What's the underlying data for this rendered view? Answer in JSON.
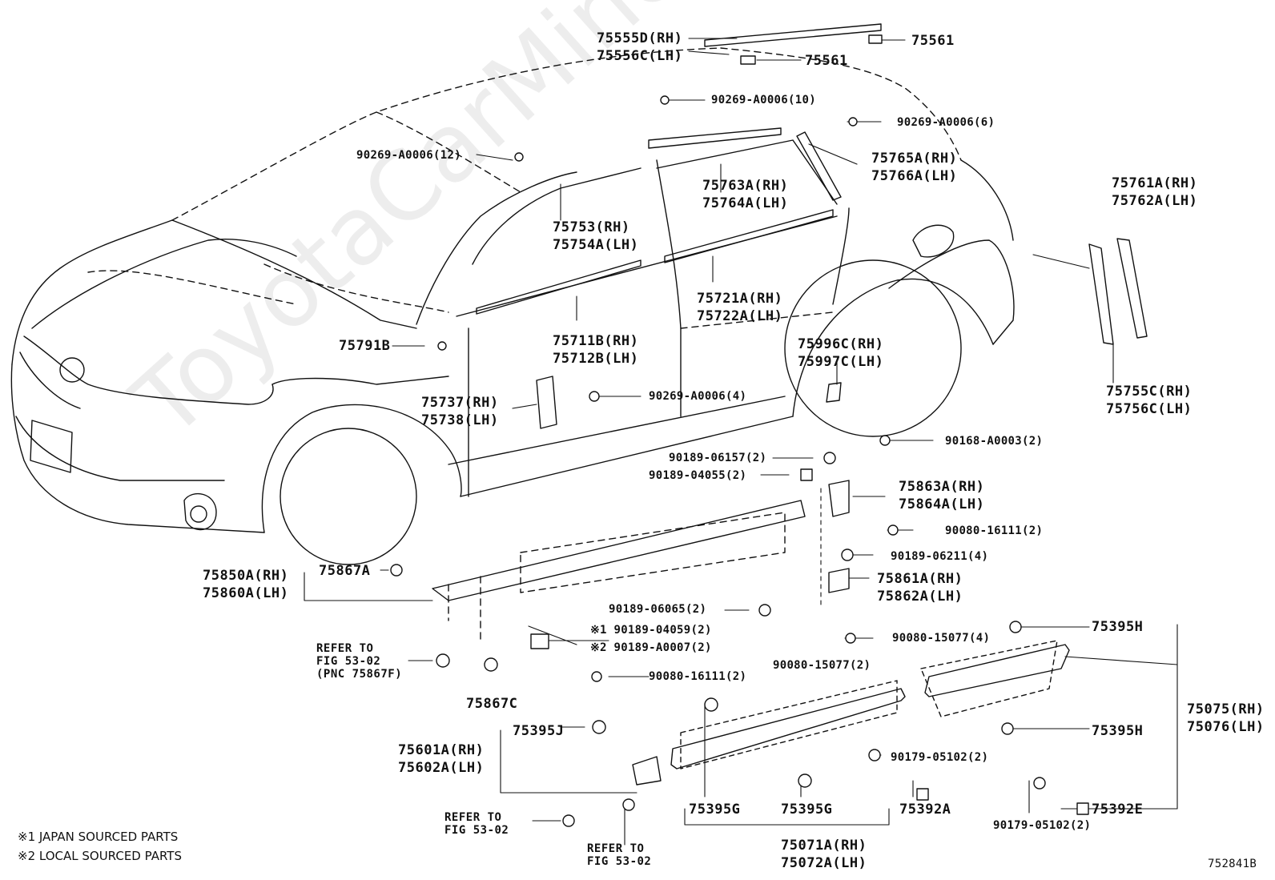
{
  "watermark": "ToyotaCarMine.ru",
  "drawing_id": "752841B",
  "notes": [
    "※1 JAPAN SOURCED PARTS",
    "※2 LOCAL SOURCED PARTS"
  ],
  "parts": {
    "p75555": [
      "75555D(RH)",
      "75556C(LH)"
    ],
    "p75561_top": "75561",
    "p75561_mid": "75561",
    "clip_roof": "90269-A0006(10)",
    "clip_rear": "90269-A0006(6)",
    "clip_front": "90269-A0006(12)",
    "p75765": [
      "75765A(RH)",
      "75766A(LH)"
    ],
    "p75763": [
      "75763A(RH)",
      "75764A(LH)"
    ],
    "p75753": [
      "75753(RH)",
      "75754A(LH)"
    ],
    "p75761": [
      "75761A(RH)",
      "75762A(LH)"
    ],
    "p75721": [
      "75721A(RH)",
      "75722A(LH)"
    ],
    "p75711": [
      "75711B(RH)",
      "75712B(LH)"
    ],
    "p75791": "75791B",
    "p75996": [
      "75996C(RH)",
      "75997C(LH)"
    ],
    "p75755": [
      "75755C(RH)",
      "75756C(LH)"
    ],
    "p75737": [
      "75737(RH)",
      "75738(LH)"
    ],
    "clip_pillar": "90269-A0006(4)",
    "p90189_06157": "90189-06157(2)",
    "p90168": "90168-A0003(2)",
    "p90189_04055": "90189-04055(2)",
    "p75863": [
      "75863A(RH)",
      "75864A(LH)"
    ],
    "p90080_16111a": "90080-16111(2)",
    "p90189_06211": "90189-06211(4)",
    "p75867A": "75867A",
    "p75850": [
      "75850A(RH)",
      "75860A(LH)"
    ],
    "p75861": [
      "75861A(RH)",
      "75862A(LH)"
    ],
    "p90189_06065": "90189-06065(2)",
    "p90080_15077a": "90080-15077(4)",
    "p75395H_top": "75395H",
    "ref_5302_a": [
      "REFER TO",
      "FIG 53-02",
      "(PNC 75867F)"
    ],
    "p90189_04059": "※1 90189-04059(2)",
    "p90189_A0007": "※2 90189-A0007(2)",
    "p90080_16111b": "90080-16111(2)",
    "p90080_15077b": "90080-15077(2)",
    "p75075": [
      "75075(RH)",
      "75076(LH)"
    ],
    "p75867C": "75867C",
    "p75395J": "75395J",
    "p75395H_bot": "75395H",
    "p75601": [
      "75601A(RH)",
      "75602A(LH)"
    ],
    "p90179_a": "90179-05102(2)",
    "p75395G_a": "75395G",
    "p75395G_b": "75395G",
    "p75392A": "75392A",
    "p75392E": "75392E",
    "ref_5302_b": [
      "REFER TO",
      "FIG 53-02"
    ],
    "ref_5302_c": [
      "REFER TO",
      "FIG 53-02"
    ],
    "p90179_b": "90179-05102(2)",
    "p75071": [
      "75071A(RH)",
      "75072A(LH)"
    ]
  }
}
